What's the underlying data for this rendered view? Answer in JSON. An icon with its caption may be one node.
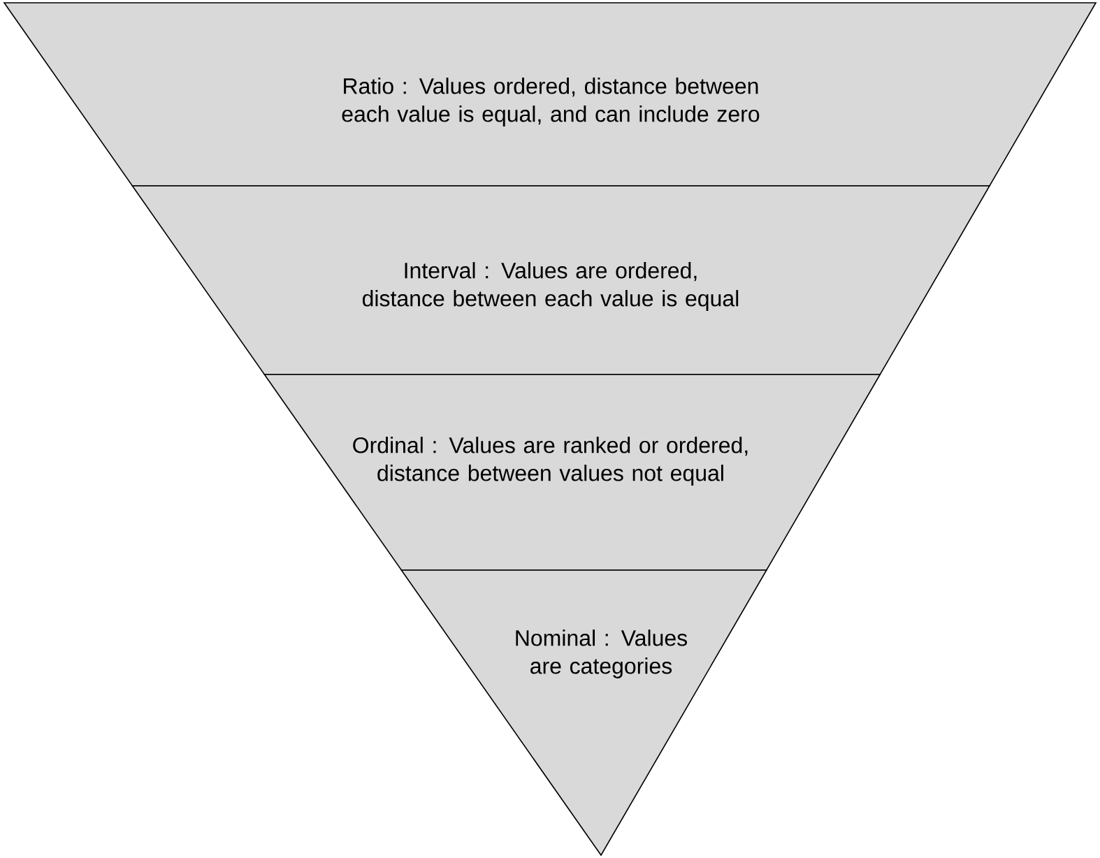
{
  "diagram": {
    "nodes": [
      {
        "text": [
          "Ratio : Values ordered, distance between each value is equal, and can include zero"
        ]
      },
      {
        "text": [
          "Interval : Values are ordered, distance between each value is equal"
        ]
      },
      {
        "text": [
          "Ordinal : Values are ranked or ordered, distance between values not equal"
        ]
      },
      {
        "text": [
          "Nominal : Values are categories"
        ]
      }
    ]
  }
}
